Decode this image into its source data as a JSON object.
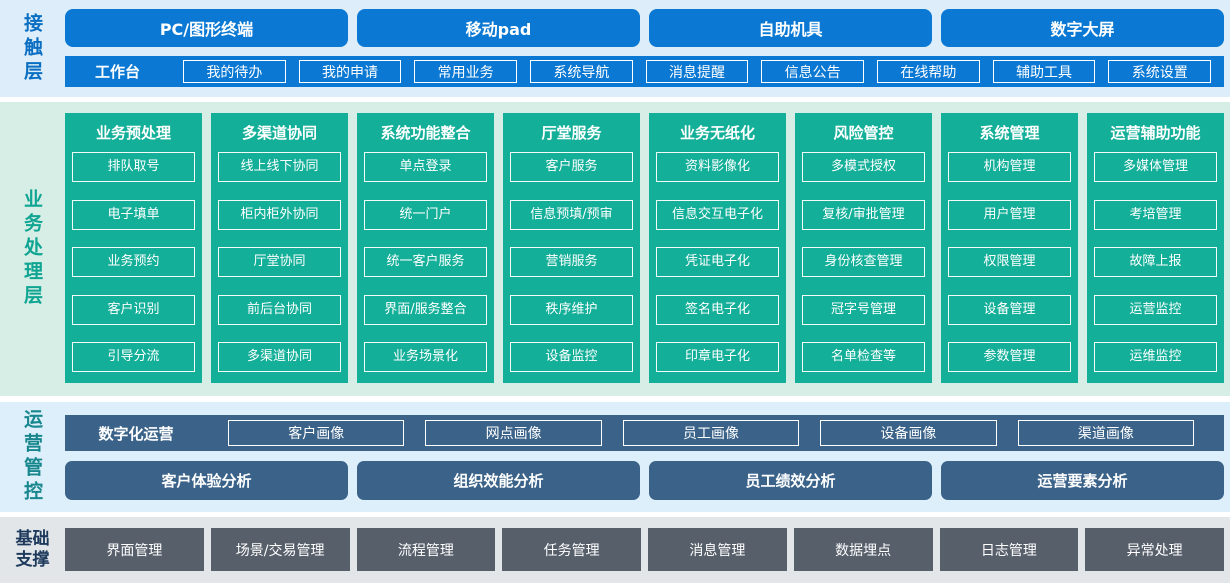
{
  "colors": {
    "blue": "#0b79d3",
    "blue_label": "#0a6fc2",
    "contact_bg": "#ddeefa",
    "green": "#13af98",
    "green_label": "#10a593",
    "business_bg": "#d6eee5",
    "slate": "#3b6389",
    "teal_label": "#17878d",
    "ops_bg": "#ddeffa",
    "gray": "#575f6b",
    "navy_label": "#1d3a5c",
    "foundation_bg": "#e3e6e9"
  },
  "contact": {
    "label": "接触层",
    "channels": [
      "PC/图形终端",
      "移动pad",
      "自助机具",
      "数字大屏"
    ],
    "workbench": {
      "label": "工作台",
      "items": [
        "我的待办",
        "我的申请",
        "常用业务",
        "系统导航",
        "消息提醒",
        "信息公告",
        "在线帮助",
        "辅助工具",
        "系统设置"
      ]
    }
  },
  "business": {
    "label": "业务处理层",
    "columns": [
      {
        "title": "业务预处理",
        "items": [
          "排队取号",
          "电子填单",
          "业务预约",
          "客户识别",
          "引导分流"
        ]
      },
      {
        "title": "多渠道协同",
        "items": [
          "线上线下协同",
          "柜内柜外协同",
          "厅堂协同",
          "前后台协同",
          "多渠道协同"
        ]
      },
      {
        "title": "系统功能整合",
        "items": [
          "单点登录",
          "统一门户",
          "统一客户服务",
          "界面/服务整合",
          "业务场景化"
        ]
      },
      {
        "title": "厅堂服务",
        "items": [
          "客户服务",
          "信息预填/预审",
          "营销服务",
          "秩序维护",
          "设备监控"
        ]
      },
      {
        "title": "业务无纸化",
        "items": [
          "资料影像化",
          "信息交互电子化",
          "凭证电子化",
          "签名电子化",
          "印章电子化"
        ]
      },
      {
        "title": "风险管控",
        "items": [
          "多模式授权",
          "复核/审批管理",
          "身份核查管理",
          "冠字号管理",
          "名单检查等"
        ]
      },
      {
        "title": "系统管理",
        "items": [
          "机构管理",
          "用户管理",
          "权限管理",
          "设备管理",
          "参数管理"
        ]
      },
      {
        "title": "运营辅助功能",
        "items": [
          "多媒体管理",
          "考培管理",
          "故障上报",
          "运营监控",
          "运维监控"
        ]
      }
    ]
  },
  "operations": {
    "label": "运营管控",
    "digital": {
      "label": "数字化运营",
      "items": [
        "客户画像",
        "网点画像",
        "员工画像",
        "设备画像",
        "渠道画像"
      ]
    },
    "analyses": [
      "客户体验分析",
      "组织效能分析",
      "员工绩效分析",
      "运营要素分析"
    ]
  },
  "foundation": {
    "label": "基础支撑",
    "items": [
      "界面管理",
      "场景/交易管理",
      "流程管理",
      "任务管理",
      "消息管理",
      "数据埋点",
      "日志管理",
      "异常处理"
    ]
  }
}
